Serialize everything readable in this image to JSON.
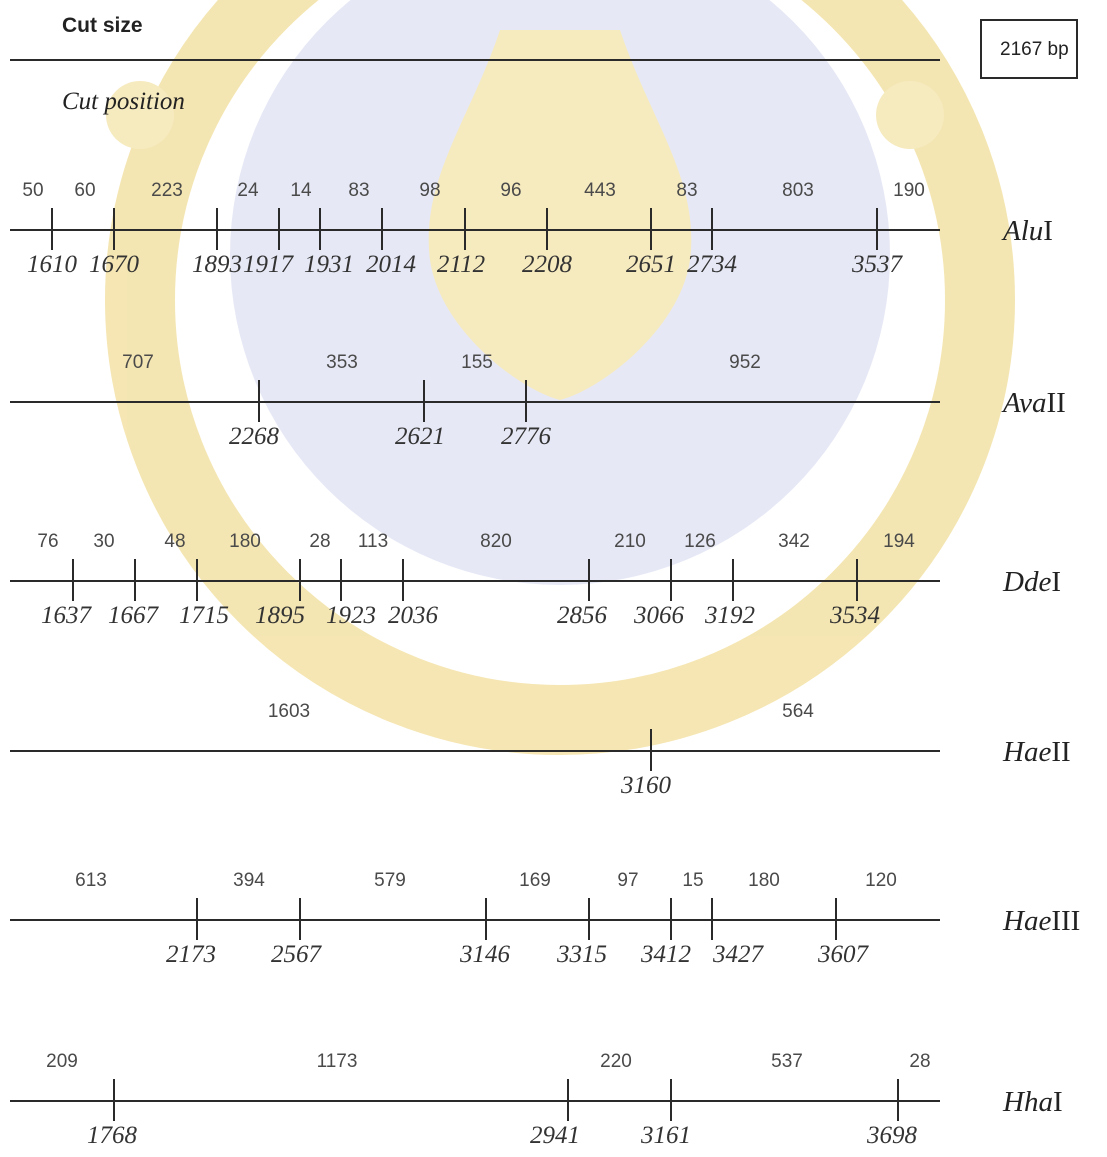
{
  "header": {
    "cut_size_label": "Cut size",
    "cut_position_label": "Cut position",
    "total_size_box": "2167 bp"
  },
  "colors": {
    "line": "#2a2a2a",
    "watermark_blue": "#d4d7ee",
    "watermark_gold": "#f3e2a6"
  },
  "maps": [
    {
      "enzyme_italic": "Alu",
      "enzyme_suffix": "I",
      "cut_positions": [
        "1610",
        "1670",
        "1893",
        "1917",
        "1931",
        "2014",
        "2112",
        "2208",
        "2651",
        "2734",
        "3537"
      ],
      "fragment_sizes": [
        "50",
        "60",
        "223",
        "24",
        "14",
        "83",
        "98",
        "96",
        "443",
        "83",
        "803",
        "190"
      ]
    },
    {
      "enzyme_italic": "Ava",
      "enzyme_suffix": "II",
      "cut_positions": [
        "2268",
        "2621",
        "2776"
      ],
      "fragment_sizes": [
        "707",
        "353",
        "155",
        "952"
      ]
    },
    {
      "enzyme_italic": "Dde",
      "enzyme_suffix": "I",
      "cut_positions": [
        "1637",
        "1667",
        "1715",
        "1895",
        "1923",
        "2036",
        "2856",
        "3066",
        "3192",
        "3534"
      ],
      "fragment_sizes": [
        "76",
        "30",
        "48",
        "180",
        "28",
        "113",
        "820",
        "210",
        "126",
        "342",
        "194"
      ]
    },
    {
      "enzyme_italic": "Hae",
      "enzyme_suffix": "II",
      "cut_positions": [
        "3160"
      ],
      "fragment_sizes": [
        "1603",
        "564"
      ]
    },
    {
      "enzyme_italic": "Hae",
      "enzyme_suffix": "III",
      "cut_positions": [
        "2173",
        "2567",
        "3146",
        "3315",
        "3412",
        "3427",
        "3607"
      ],
      "fragment_sizes": [
        "613",
        "394",
        "579",
        "169",
        "97",
        "15",
        "180",
        "120"
      ]
    },
    {
      "enzyme_italic": "Hha",
      "enzyme_suffix": "I",
      "cut_positions": [
        "1768",
        "2941",
        "3161",
        "3698"
      ],
      "fragment_sizes": [
        "209",
        "1173",
        "220",
        "537",
        "28"
      ]
    }
  ]
}
